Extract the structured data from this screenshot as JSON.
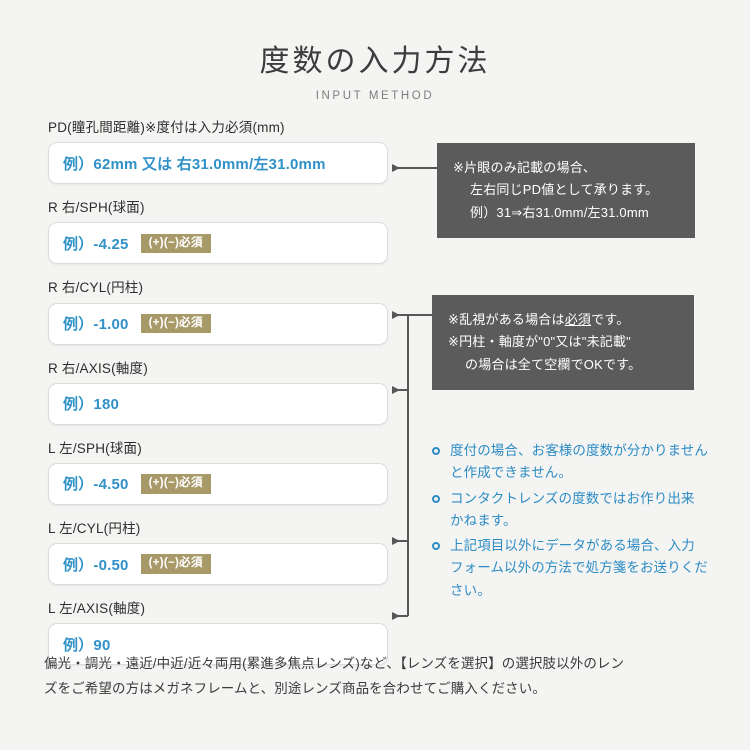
{
  "header": {
    "title": "度数の入力方法",
    "subtitle": "INPUT METHOD"
  },
  "colors": {
    "background": "#f4f4f3",
    "accent_blue": "#3091c9",
    "badge_khaki": "#a89a68",
    "note_box_gray": "#5b5b5b",
    "connector_gray": "#575757"
  },
  "form": {
    "fields": [
      {
        "label": "PD(瞳孔間距離)※度付は入力必須(mm)",
        "placeholder": "例）62mm 又は 右31.0mm/左31.0mm",
        "badge": ""
      },
      {
        "label": "R 右/SPH(球面)",
        "placeholder": "例）-4.25",
        "badge": "(+)(−)必須"
      },
      {
        "label": "R 右/CYL(円柱)",
        "placeholder": "例）-1.00",
        "badge": "(+)(−)必須"
      },
      {
        "label": "R 右/AXIS(軸度)",
        "placeholder": "例）180",
        "badge": ""
      },
      {
        "label": "L 左/SPH(球面)",
        "placeholder": "例）-4.50",
        "badge": "(+)(−)必須"
      },
      {
        "label": "L 左/CYL(円柱)",
        "placeholder": "例）-0.50",
        "badge": "(+)(−)必須"
      },
      {
        "label": "L 左/AXIS(軸度)",
        "placeholder": "例）90",
        "badge": ""
      }
    ]
  },
  "notes": {
    "pd": {
      "line1": "※片眼のみ記載の場合、",
      "line2": "左右同じPD値として承ります。",
      "line3": "例）31⇒右31.0mm/左31.0mm"
    },
    "cyl": {
      "line1_pre": "※乱視がある場合は",
      "line1_underline": "必須",
      "line1_post": "です。",
      "line2": "※円柱・軸度が\"0\"又は\"未記載\"",
      "line3": "の場合は全て空欄でOKです。"
    }
  },
  "bullets": [
    "度付の場合、お客様の度数が分かりませんと作成できません。",
    "コンタクトレンズの度数ではお作り出来かねます。",
    "上記項目以外にデータがある場合、入力フォーム以外の方法で処方箋をお送りください。"
  ],
  "footer": {
    "line1": "偏光・調光・遠近/中近/近々両用(累進多焦点レンズ)など、【レンズを選択】の選択肢以外のレン",
    "line2": "ズをご希望の方はメガネフレームと、別途レンズ商品を合わせてご購入ください。"
  }
}
